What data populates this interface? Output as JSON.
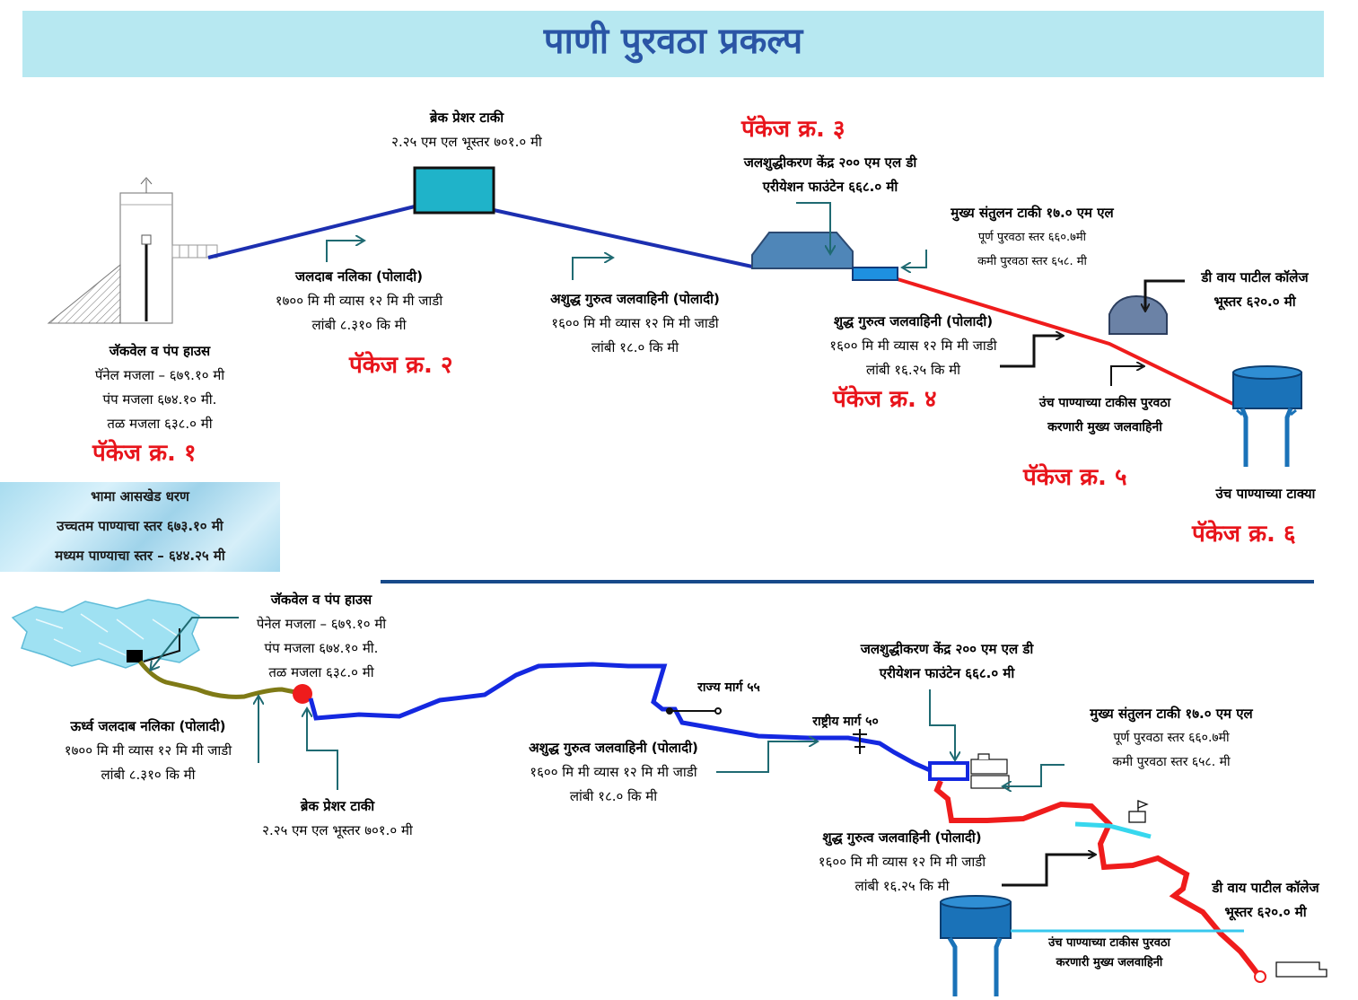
{
  "title": "पाणी पुरवठा प्रकल्प",
  "colors": {
    "title_bg": "#b7e8f1",
    "title_text": "#2a55a5",
    "raw_pipe": "#1c2fb0",
    "pure_pipe": "#ef1c1c",
    "package": "#e8141b",
    "rising_main": "#7f7a16"
  },
  "top": {
    "jackwell": {
      "title": "जॅकवेल व पंप हाउस",
      "line1": "पॅनेल मजला – ६७९.१० मी",
      "line2": "पंप मजला ६७४.१० मी.",
      "line3": "तळ मजला ६३८.० मी"
    },
    "package1": "पॅकेज क्र. १",
    "break_tank": {
      "title": "ब्रेक प्रेशर टाकी",
      "line1": "२.२५ एम एल भूस्तर ७०१.० मी"
    },
    "rising_main": {
      "title": "जलदाब नलिका (पोलादी)",
      "line1": "१७०० मि मी व्यास १२ मि मी जाडी",
      "line2": "लांबी ८.३१० कि मी"
    },
    "package2": "पॅकेज क्र. २",
    "raw_gravity": {
      "title": "अशुद्ध गुरुत्व जलवाहिनी (पोलादी)",
      "line1": "१६०० मि मी व्यास १२ मि मी जाडी",
      "line2": "लांबी १८.० कि मी"
    },
    "package3": "पॅकेज क्र. ३",
    "wtp": {
      "title": "जलशुद्धीकरण केंद्र २०० एम एल डी",
      "line1": "एरीयेशन फाउंटेन ६६८.० मी"
    },
    "mbr": {
      "title": "मुख्य संतुलन टाकी १७.० एम एल",
      "line1": "पूर्ण पुरवठा स्तर ६६०.७मी",
      "line2": "कमी पुरवठा स्तर ६५८. मी"
    },
    "pure_gravity": {
      "title": "शुद्ध गुरुत्व जलवाहिनी (पोलादी)",
      "line1": "१६०० मि मी व्यास १२ मि मी जाडी",
      "line2": "लांबी १६.२५ कि मी"
    },
    "package4": "पॅकेज क्र. ४",
    "college": {
      "title": "डी वाय पाटील कॉलेज",
      "line1": "भूस्तर ६२०.० मी"
    },
    "feeder": {
      "line1": "उंच पाण्याच्या टाकीस पुरवठा",
      "line2": "करणारी मुख्य जलवाहिनी"
    },
    "package5": "पॅकेज क्र. ५",
    "esr": {
      "title": "उंच पाण्याच्या टाक्या"
    },
    "package6": "पॅकेज क्र. ६"
  },
  "dam": {
    "title": "भामा आसखेड धरण",
    "line1": "उच्चतम पाण्याचा स्तर ६७३.१० मी",
    "line2": "मध्यम पाण्याचा स्तर – ६४४.२५ मी"
  },
  "bottom": {
    "jackwell": {
      "title": "जॅकवेल व पंप हाउस",
      "line1": "पेनेल मजला – ६७९.१० मी",
      "line2": "पंप मजला ६७४.१० मी.",
      "line3": "तळ मजला ६३८.० मी"
    },
    "rising_main": {
      "title": "ऊर्ध्व जलदाब  नलिका (पोलादी)",
      "line1": "१७०० मि मी व्यास १२ मि मी जाडी",
      "line2": "लांबी ८.३१० कि मी"
    },
    "break_tank": {
      "title": "ब्रेक प्रेशर टाकी",
      "line1": "२.२५ एम एल भूस्तर ७०१.० मी"
    },
    "state_highway": "राज्य मार्ग ५५",
    "national_highway": "राष्ट्रीय मार्ग ५०",
    "raw_gravity": {
      "title": "अशुद्ध गुरुत्व जलवाहिनी (पोलादी)",
      "line1": "१६०० मि मी व्यास १२ मि मी जाडी",
      "line2": "लांबी १८.० कि मी"
    },
    "wtp": {
      "title": "जलशुद्धीकरण केंद्र २०० एम एल डी",
      "line1": "एरीयेशन फाउंटेन ६६८.० मी"
    },
    "mbr": {
      "title": "मुख्य संतुलन टाकी १७.० एम एल",
      "line1": "पूर्ण पुरवठा स्तर ६६०.७मी",
      "line2": "कमी पुरवठा स्तर ६५८. मी"
    },
    "pure_gravity": {
      "title": "शुद्ध गुरुत्व जलवाहिनी (पोलादी)",
      "line1": "१६०० मि मी व्यास १२ मि मी जाडी",
      "line2": "लांबी १६.२५ कि मी"
    },
    "college": {
      "title": "डी वाय पाटील कॉलेज",
      "line1": "भूस्तर ६२०.० मी"
    },
    "feeder": {
      "line1": "उंच पाण्याच्या टाकीस पुरवठा",
      "line2": "करणारी मुख्य जलवाहिनी"
    }
  }
}
